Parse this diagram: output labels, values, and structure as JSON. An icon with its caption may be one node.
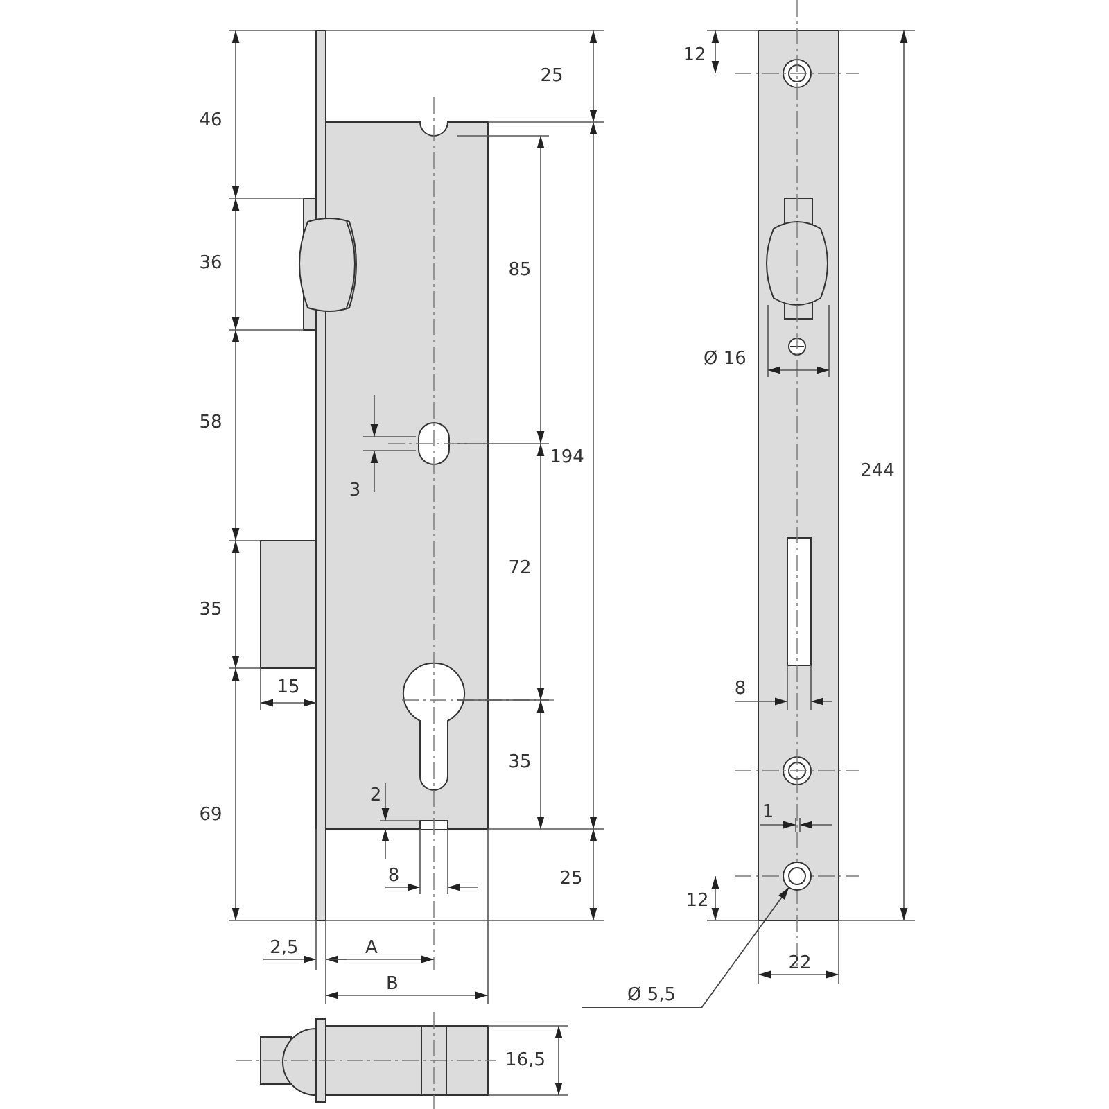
{
  "diagram": {
    "nodes": [
      {
        "text": [
          "Ø 5,5"
        ]
      },
      {
        "text": [],
        "shape": "circle"
      }
    ],
    "edges": [
      {
        "from": 0,
        "to": 1,
        "arrow": "to"
      }
    ],
    "labels": [
      "25",
      "12",
      "46",
      "36",
      "85",
      "Ø 16",
      "58",
      "194",
      "244",
      "3",
      "72",
      "35",
      "15",
      "8",
      "35",
      "2",
      "69",
      "1",
      "8",
      "25",
      "12",
      "2,5",
      "A",
      "22",
      "B",
      "16,5"
    ]
  }
}
